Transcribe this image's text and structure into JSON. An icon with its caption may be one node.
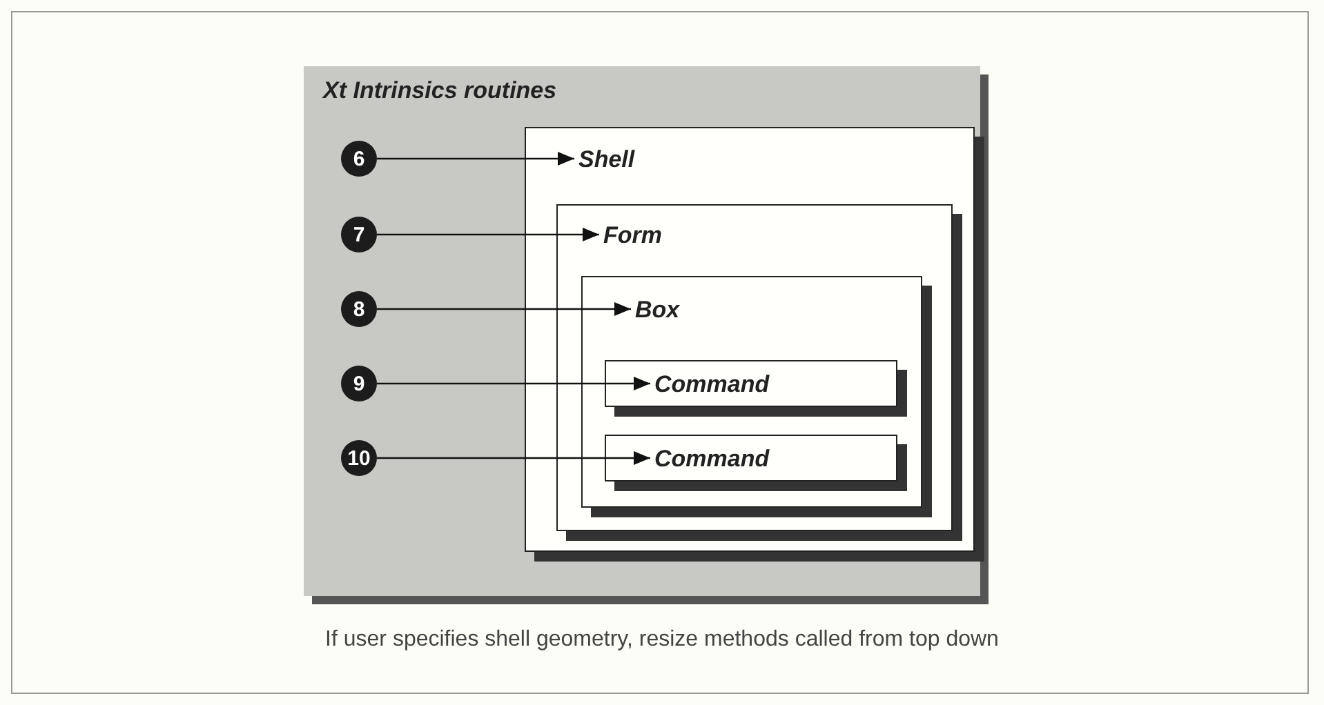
{
  "diagram": {
    "caption": "If user specifies shell geometry, resize methods called from top down",
    "nodes": [
      {
        "text": [
          "Xt Intrinsics routines"
        ]
      },
      {
        "text": [
          "6"
        ],
        "in": 0
      },
      {
        "text": [
          "7"
        ],
        "in": 0
      },
      {
        "text": [
          "8"
        ],
        "in": 0
      },
      {
        "text": [
          "9"
        ],
        "in": 0
      },
      {
        "text": [
          "10"
        ],
        "in": 0
      },
      {
        "text": [
          "Shell"
        ],
        "in": 0
      },
      {
        "text": [
          "Form"
        ],
        "in": 6
      },
      {
        "text": [
          "Box"
        ],
        "in": 7
      },
      {
        "text": [
          "Command"
        ],
        "in": 8
      },
      {
        "text": [
          "Command"
        ],
        "in": 8
      }
    ],
    "edges": [
      {
        "from": 1,
        "to": 6,
        "arrow": "to"
      },
      {
        "from": 2,
        "to": 7,
        "arrow": "to"
      },
      {
        "from": 3,
        "to": 8,
        "arrow": "to"
      },
      {
        "from": 4,
        "to": 9,
        "arrow": "to"
      },
      {
        "from": 5,
        "to": 10,
        "arrow": "to"
      }
    ]
  }
}
